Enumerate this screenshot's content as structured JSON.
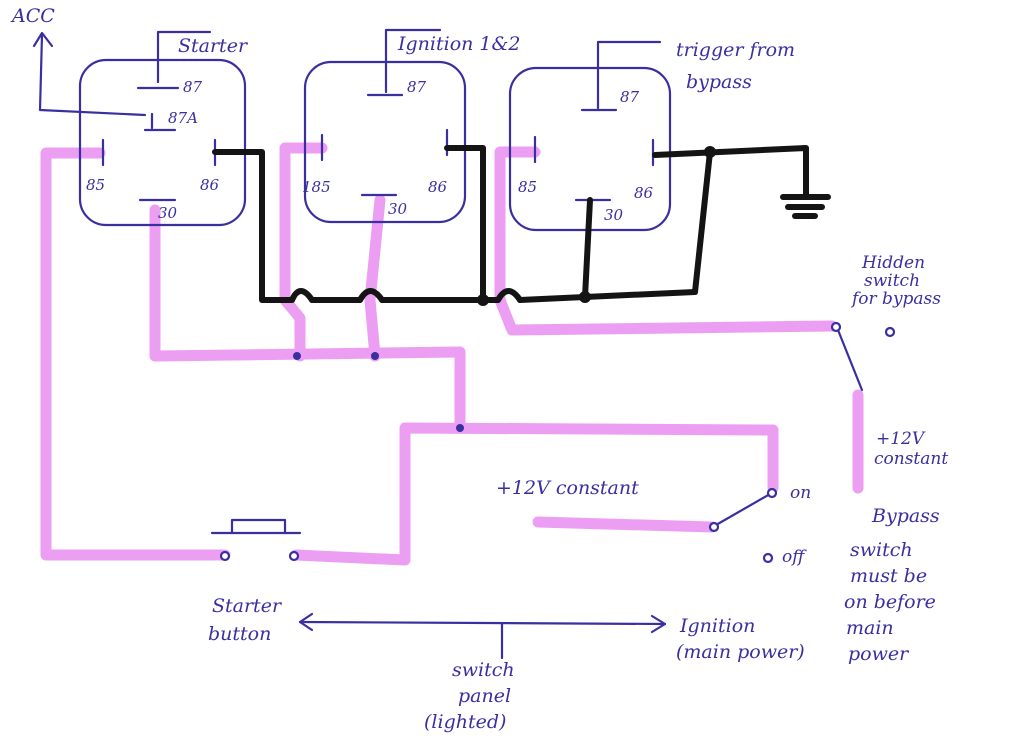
{
  "colors": {
    "ink": "#3a2fa0",
    "highlight": "#e98ef0",
    "ground_wire": "#141414",
    "paper": "#ffffff"
  },
  "labels": {
    "acc": "ACC",
    "relay_starter": "Starter",
    "relay_ignition": "Ignition 1&2",
    "relay_trigger_line1": "trigger from",
    "relay_trigger_line2": "bypass",
    "hidden_switch_line1": "Hidden",
    "hidden_switch_line2": "switch",
    "hidden_switch_line3": "for bypass",
    "plus12_right_line1": "+12V",
    "plus12_right_line2": "constant",
    "plus12_middle": "+12V constant",
    "switch_on": "on",
    "switch_off": "off",
    "bypass_note_line1": "Bypass",
    "bypass_note_line2": "switch",
    "bypass_note_line3": "must be",
    "bypass_note_line4": "on before",
    "bypass_note_line5": "main",
    "bypass_note_line6": "power",
    "starter_button_line1": "Starter",
    "starter_button_line2": "button",
    "ignition_line1": "Ignition",
    "ignition_line2": "(main power)",
    "switch_panel_line1": "switch",
    "switch_panel_line2": "panel",
    "switch_panel_line3": "(lighted)"
  },
  "relays": [
    {
      "name": "starter",
      "pins": {
        "p87": "87",
        "p87a": "87A",
        "p85": "85",
        "p86": "86",
        "p30": "30"
      }
    },
    {
      "name": "ignition",
      "pins": {
        "p87": "87",
        "p85": "185",
        "p86": "86",
        "p30": "30"
      }
    },
    {
      "name": "trigger",
      "pins": {
        "p87": "87",
        "p85": "85",
        "p86": "86",
        "p30": "30"
      }
    }
  ]
}
